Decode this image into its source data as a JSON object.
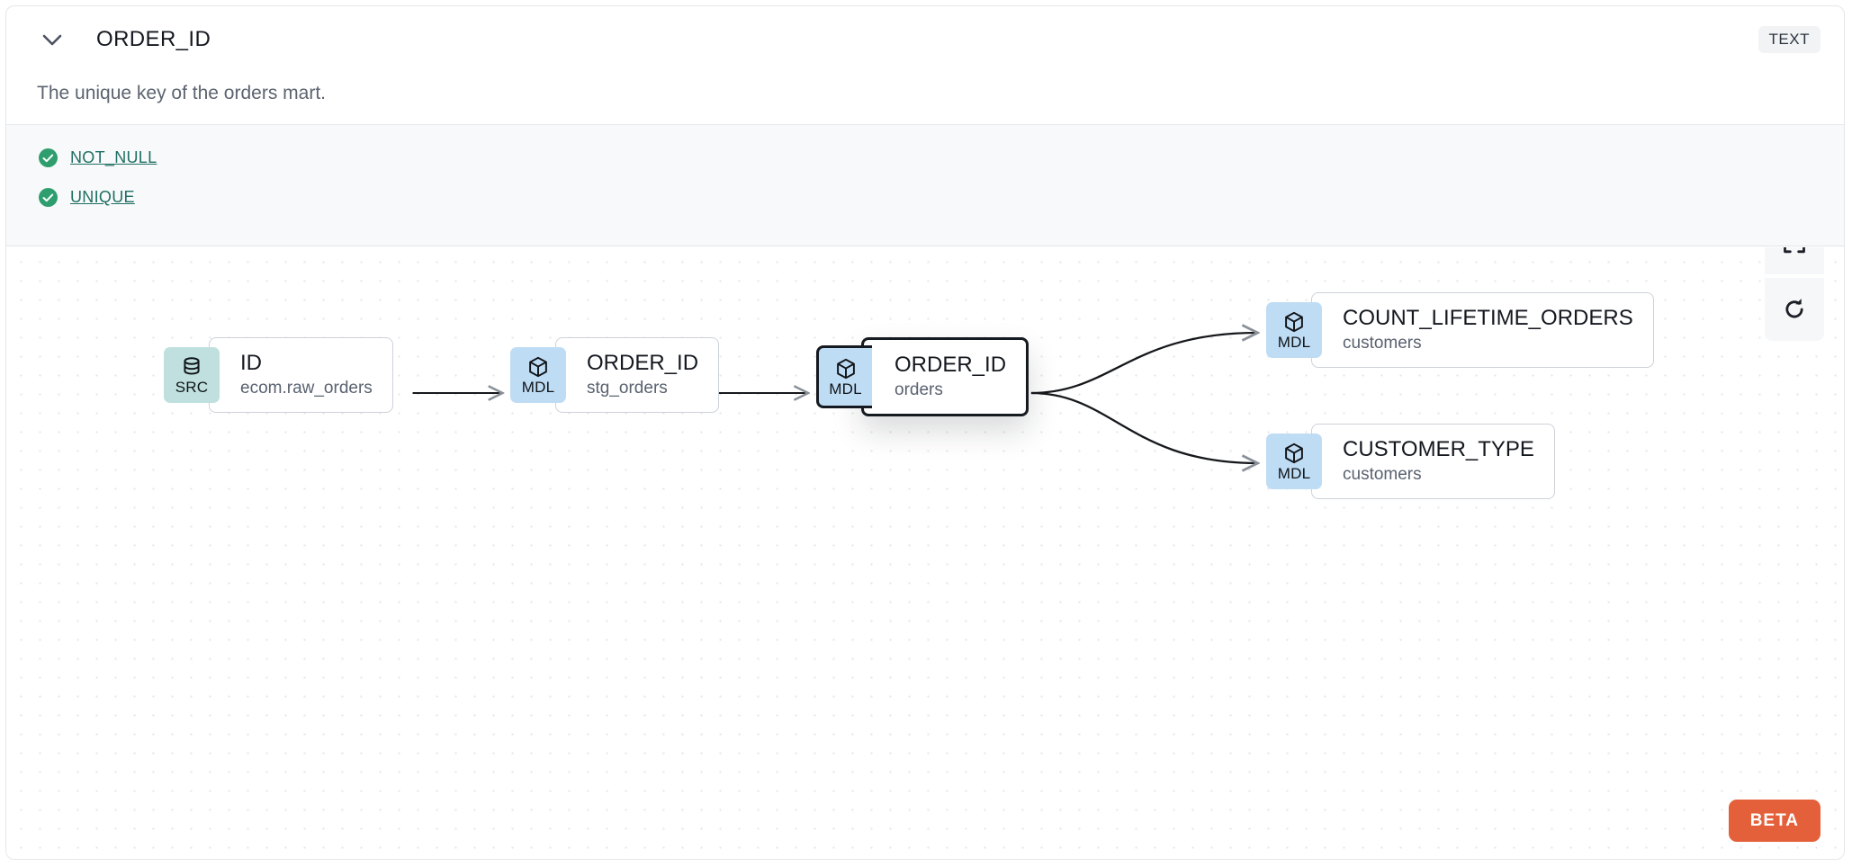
{
  "header": {
    "chevron_icon": "chevron-down-icon",
    "column_name": "ORDER_ID",
    "data_type_badge": "TEXT",
    "description": "The unique key of the orders mart."
  },
  "tests": [
    {
      "icon": "check-circle-icon",
      "label": "NOT_NULL",
      "status": "passed"
    },
    {
      "icon": "check-circle-icon",
      "label": "UNIQUE",
      "status": "passed"
    }
  ],
  "lineage": {
    "nodes": [
      {
        "id": "src",
        "badge": "SRC",
        "badge_icon": "database-icon",
        "name": "ID",
        "parent": "ecom.raw_orders",
        "selected": false
      },
      {
        "id": "stg",
        "badge": "MDL",
        "badge_icon": "cube-icon",
        "name": "ORDER_ID",
        "parent": "stg_orders",
        "selected": false
      },
      {
        "id": "orders",
        "badge": "MDL",
        "badge_icon": "cube-icon",
        "name": "ORDER_ID",
        "parent": "orders",
        "selected": true
      },
      {
        "id": "count",
        "badge": "MDL",
        "badge_icon": "cube-icon",
        "name": "COUNT_LIFETIME_ORDERS",
        "parent": "customers",
        "selected": false
      },
      {
        "id": "custtype",
        "badge": "MDL",
        "badge_icon": "cube-icon",
        "name": "CUSTOMER_TYPE",
        "parent": "customers",
        "selected": false
      }
    ],
    "edges": [
      {
        "from": "src",
        "to": "stg"
      },
      {
        "from": "stg",
        "to": "orders"
      },
      {
        "from": "orders",
        "to": "count"
      },
      {
        "from": "orders",
        "to": "custtype"
      }
    ],
    "controls": [
      {
        "name": "fit-view-button",
        "icon": "fit-view-icon"
      },
      {
        "name": "refresh-button",
        "icon": "refresh-icon"
      }
    ],
    "beta_badge": "BETA"
  },
  "colors": {
    "src_badge": "#bfe0de",
    "mdl_badge": "#bfdcf5",
    "test_pass": "#2f9e6e",
    "test_link": "#1f6f63",
    "beta": "#e4603a",
    "selected_border": "#151a21"
  }
}
